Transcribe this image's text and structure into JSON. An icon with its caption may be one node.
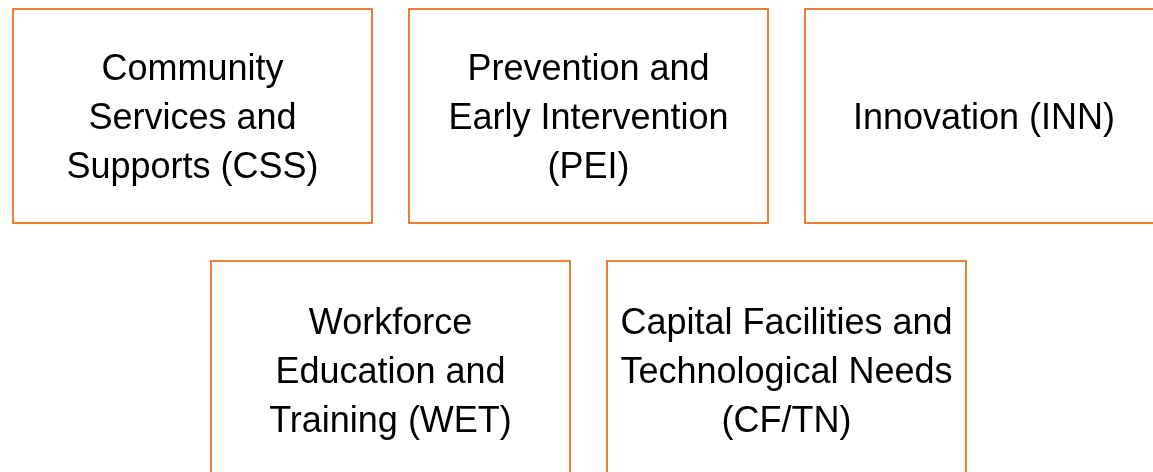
{
  "diagram": {
    "nodes": [
      {
        "text": [
          "Community Services and Supports (CSS)"
        ]
      },
      {
        "text": [
          "Prevention and Early Intervention (PEI)"
        ]
      },
      {
        "text": [
          "Innovation (INN)"
        ]
      },
      {
        "text": [
          "Workforce Education and Training (WET)"
        ]
      },
      {
        "text": [
          "Capital Facilities and Technological Needs (CF/TN)"
        ]
      }
    ]
  }
}
